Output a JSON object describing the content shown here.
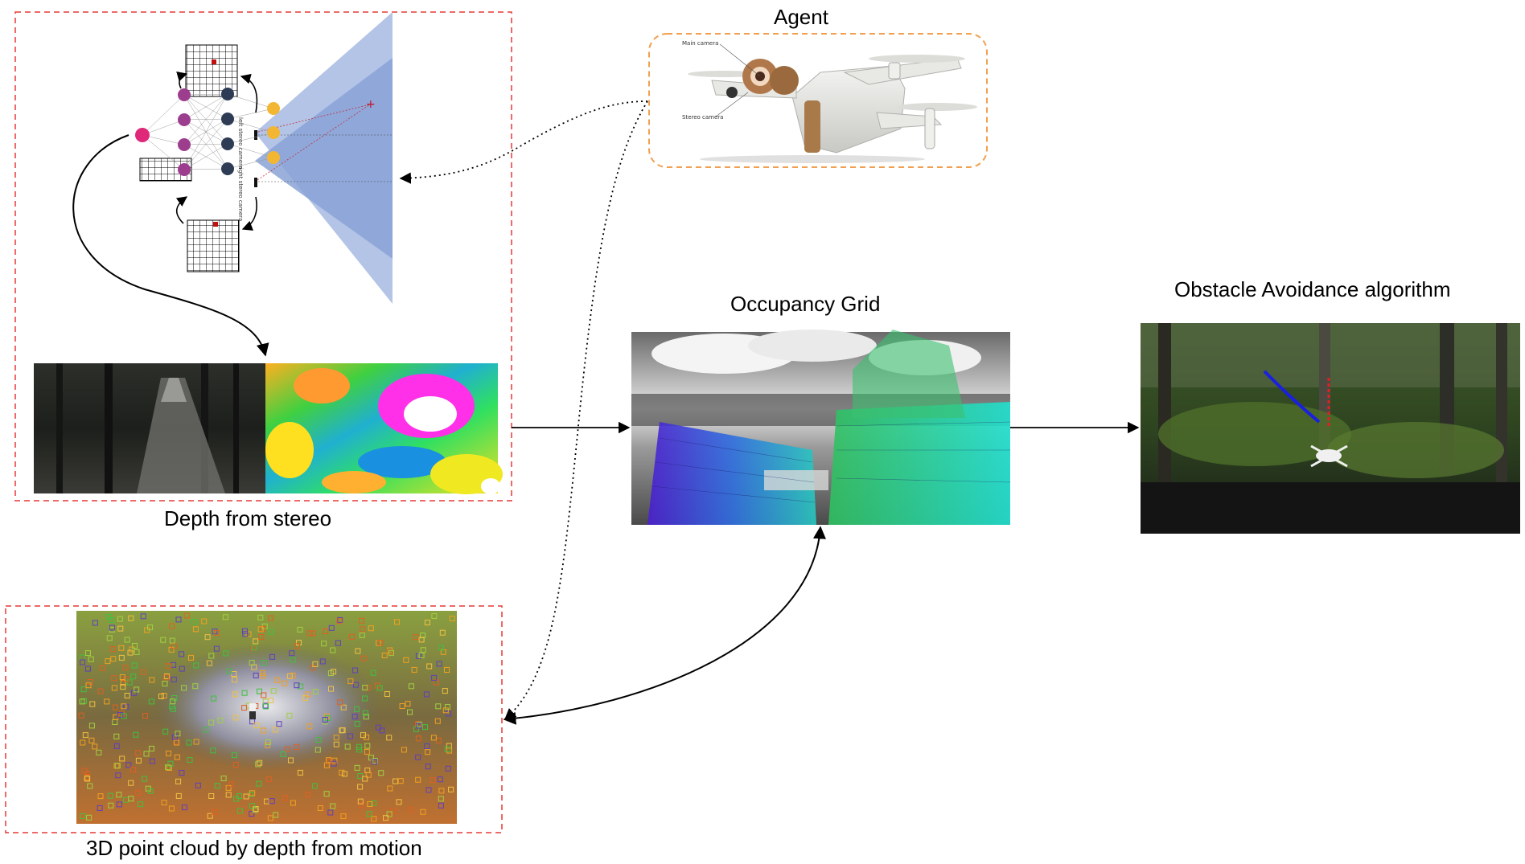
{
  "labels": {
    "agent": "Agent",
    "occupancy_grid": "Occupancy Grid",
    "obstacle_avoidance": "Obstacle Avoidance algorithm",
    "depth_from_stereo": "Depth from stereo",
    "point_cloud": "3D point cloud by depth from motion"
  },
  "network": {
    "left_camera_label": "left stereo camera",
    "right_camera_label": "right stereo camera"
  },
  "drone": {
    "main_camera_label": "Main camera",
    "stereo_camera_label": "Stereo camera"
  },
  "colors": {
    "dashed_red_border": "#e53935",
    "dashed_orange_border": "#f0a050",
    "node_magenta": "#e0287a",
    "node_purple": "#9c3d8e",
    "node_navy": "#2e3b55",
    "node_yellow": "#f2b632",
    "frustum_light": "#b4c4e6",
    "frustum_dark": "#8aa3d6"
  }
}
